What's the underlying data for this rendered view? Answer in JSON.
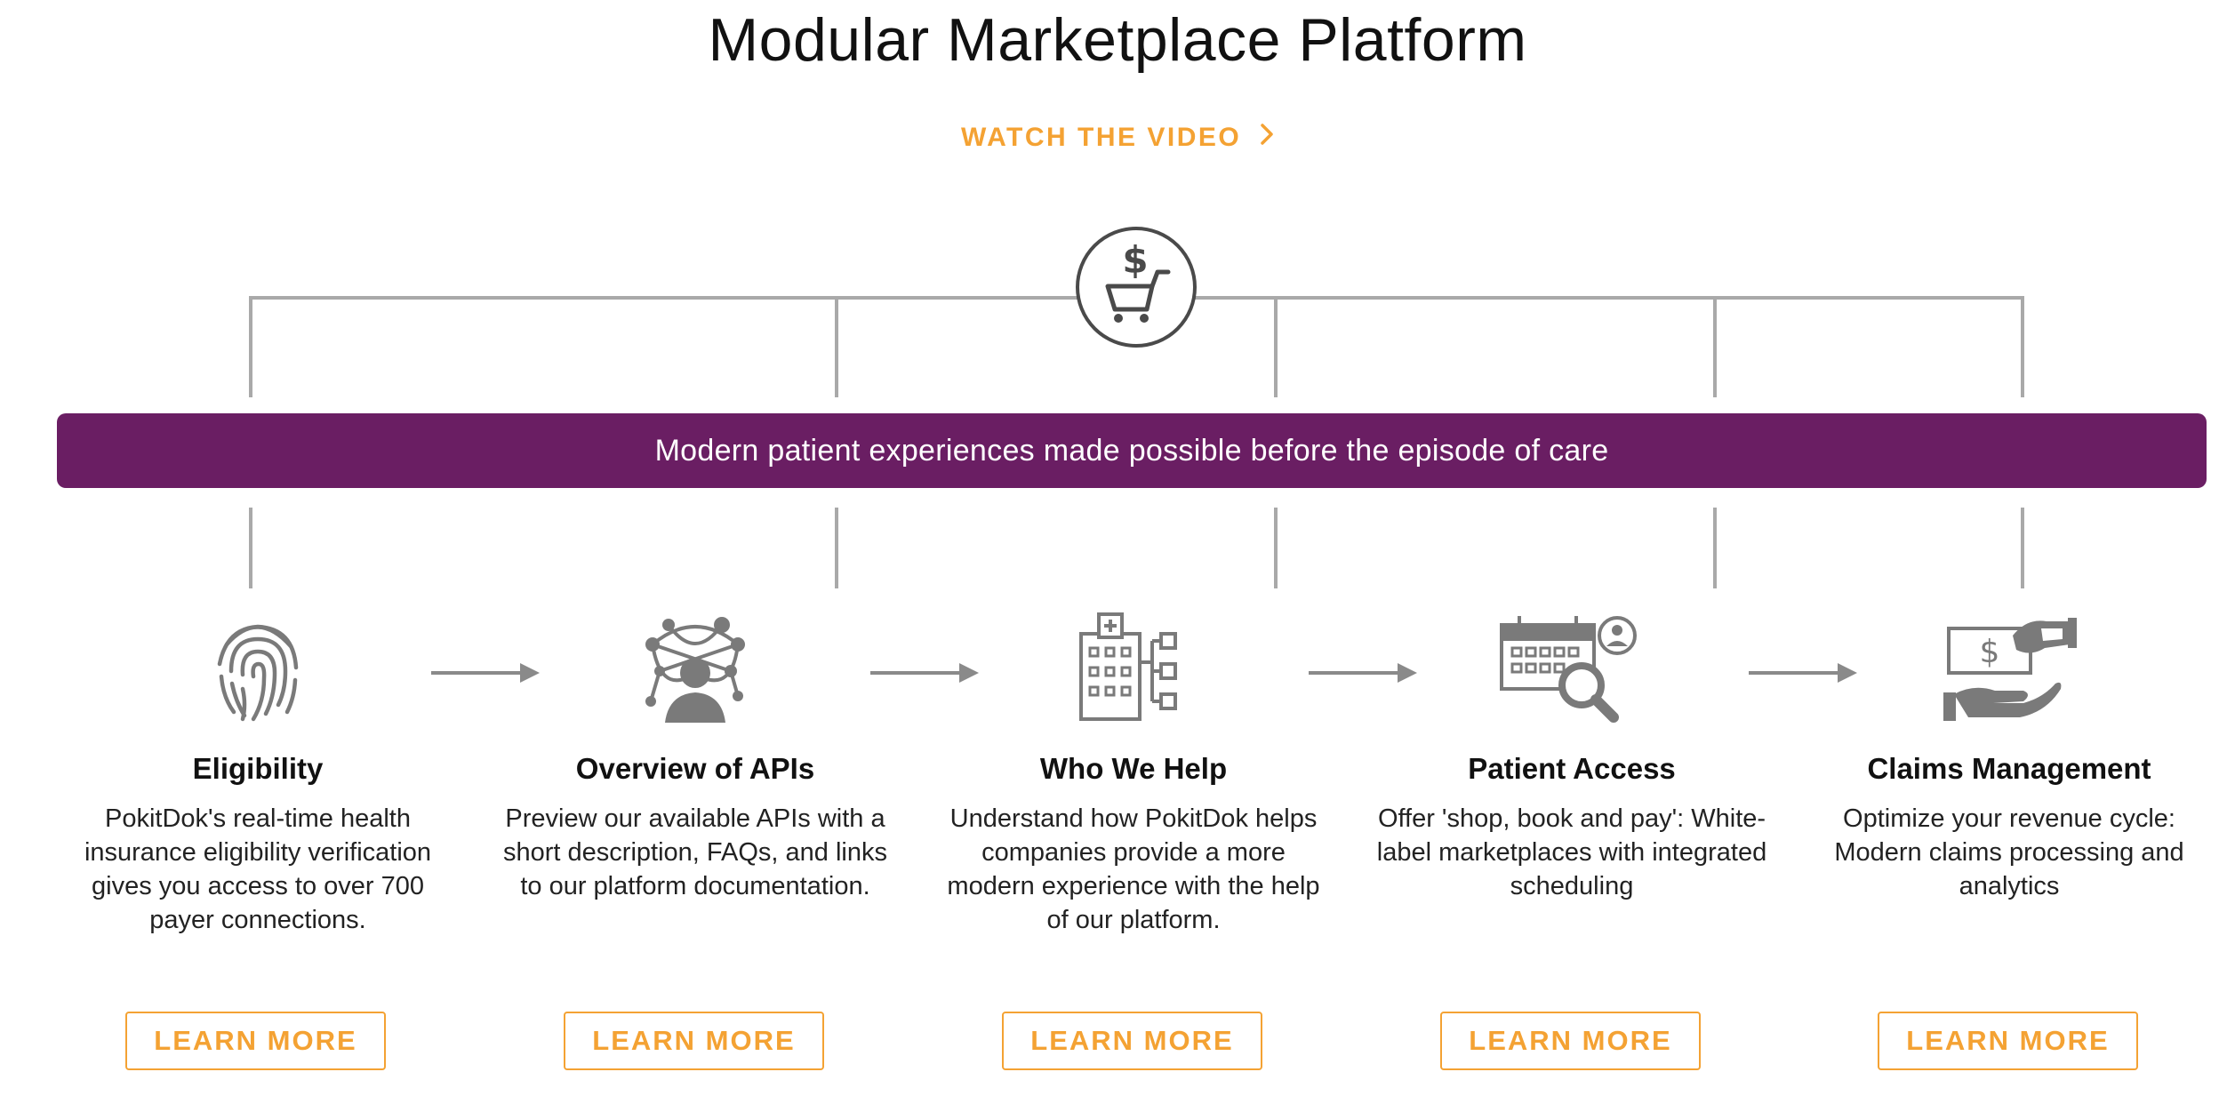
{
  "page": {
    "title": "Modular Marketplace Platform",
    "watch_label": "WATCH THE VIDEO",
    "banner_text": "Modern patient experiences made possible before the episode of care",
    "accent_color": "#f4a233",
    "banner_color": "#6a1e63",
    "icon_color": "#7a7a7a"
  },
  "hub": {
    "icon": "dollar-cart-icon"
  },
  "columns": [
    {
      "icon": "fingerprint-icon",
      "title": "Eligibility",
      "desc": "PokitDok's real-time health insurance eligibility verification gives you access to over 700 payer connections.",
      "button": "LEARN MORE"
    },
    {
      "icon": "api-network-person-icon",
      "title": "Overview of APIs",
      "desc": "Preview our available APIs with a short description, FAQs, and links to our platform documentation.",
      "button": "LEARN MORE"
    },
    {
      "icon": "hospital-network-icon",
      "title": "Who We Help",
      "desc": "Understand how PokitDok helps companies provide a more modern experience with the help of our platform.",
      "button": "LEARN MORE"
    },
    {
      "icon": "calendar-search-user-icon",
      "title": "Patient Access",
      "desc": "Offer 'shop, book and pay': White-label marketplaces with integrated scheduling",
      "button": "LEARN MORE"
    },
    {
      "icon": "hand-money-icon",
      "title": "Claims Management",
      "desc": "Optimize your revenue cycle: Modern claims processing and analytics",
      "button": "LEARN MORE"
    }
  ]
}
